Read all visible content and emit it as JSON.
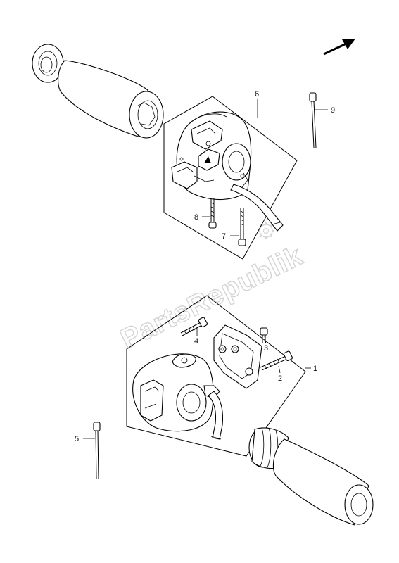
{
  "diagram": {
    "callouts": [
      {
        "id": "1",
        "label": "1"
      },
      {
        "id": "2",
        "label": "2"
      },
      {
        "id": "3",
        "label": "3"
      },
      {
        "id": "4",
        "label": "4"
      },
      {
        "id": "5",
        "label": "5"
      },
      {
        "id": "6",
        "label": "6"
      },
      {
        "id": "7",
        "label": "7"
      },
      {
        "id": "8",
        "label": "8"
      },
      {
        "id": "9",
        "label": "9"
      }
    ],
    "watermark": "PartsRepublik",
    "colors": {
      "line": "#000000",
      "watermark": "#d4d4d4",
      "background": "#ffffff"
    },
    "icons": [
      "direction-arrow-icon",
      "gear-icon"
    ]
  }
}
